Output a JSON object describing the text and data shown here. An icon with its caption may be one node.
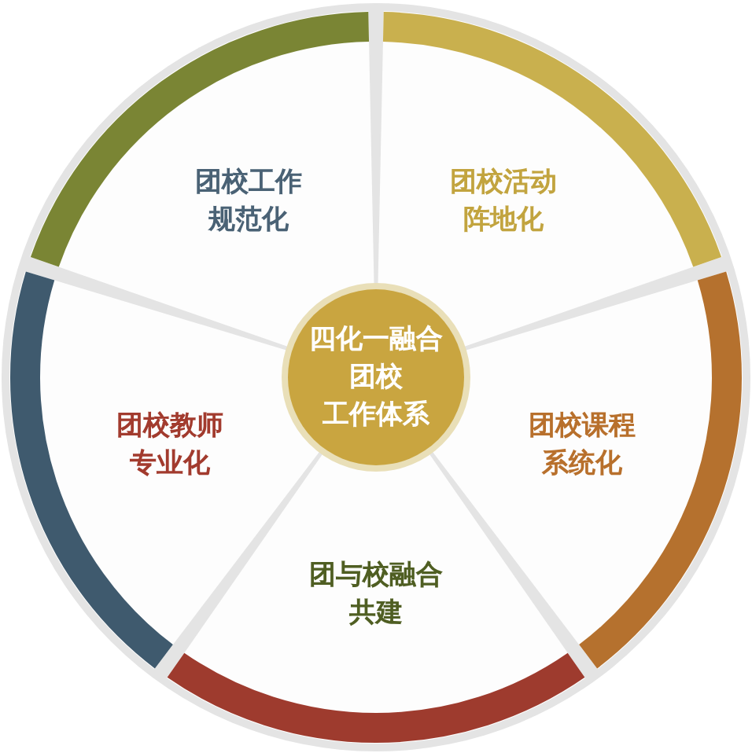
{
  "diagram": {
    "nodes": [
      {
        "text": [
          "四化一融合团校工作体系"
        ]
      },
      {
        "text": [
          "团校工作规范化"
        ]
      },
      {
        "text": [
          "团校活动阵地化"
        ]
      },
      {
        "text": [
          "团校课程系统化"
        ]
      },
      {
        "text": [
          "团与校融合共建"
        ]
      },
      {
        "text": [
          "团校教师专业化"
        ]
      }
    ]
  }
}
